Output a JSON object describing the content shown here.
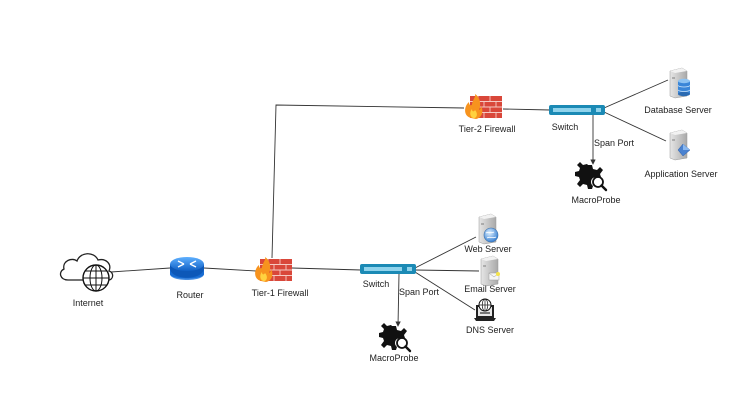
{
  "diagram": {
    "title": "Network Topology with MacroProbe",
    "colors": {
      "line": "#333333",
      "switch": "#1b8ab5",
      "switch_light": "#8fd3ec",
      "router": "#1e7fe0",
      "brick": "#d9473a",
      "flame": "#f7931e",
      "server": "#c9c9c9",
      "globe": "#3a86d8",
      "probe": "#111111"
    },
    "nodes": {
      "internet": {
        "label": "Internet",
        "icon": "cloud-globe-icon"
      },
      "router": {
        "label": "Router",
        "icon": "router-icon"
      },
      "tier1_firewall": {
        "label": "Tier-1 Firewall",
        "icon": "firewall-icon"
      },
      "switch1": {
        "label": "Switch",
        "icon": "switch-icon"
      },
      "span1": {
        "label": "Span Port"
      },
      "probe1": {
        "label": "MacroProbe",
        "icon": "macroprobe-icon"
      },
      "web_server": {
        "label": "Web Server",
        "icon": "web-server-icon"
      },
      "email_server": {
        "label": "Email Server",
        "icon": "email-server-icon"
      },
      "dns_server": {
        "label": "DNS Server",
        "icon": "dns-server-icon"
      },
      "tier2_firewall": {
        "label": "Tier-2 Firewall",
        "icon": "firewall-icon"
      },
      "switch2": {
        "label": "Switch",
        "icon": "switch-icon"
      },
      "span2": {
        "label": "Span Port"
      },
      "probe2": {
        "label": "MacroProbe",
        "icon": "macroprobe-icon"
      },
      "database_server": {
        "label": "Database Server",
        "icon": "database-server-icon"
      },
      "application_server": {
        "label": "Application Server",
        "icon": "application-server-icon"
      }
    },
    "edges": [
      {
        "from": "internet",
        "to": "router"
      },
      {
        "from": "router",
        "to": "tier1_firewall"
      },
      {
        "from": "tier1_firewall",
        "to": "switch1"
      },
      {
        "from": "switch1",
        "to": "web_server"
      },
      {
        "from": "switch1",
        "to": "email_server"
      },
      {
        "from": "switch1",
        "to": "dns_server"
      },
      {
        "from": "switch1",
        "to": "probe1",
        "label": "Span Port",
        "arrow": true
      },
      {
        "from": "tier1_firewall",
        "to": "tier2_firewall"
      },
      {
        "from": "tier2_firewall",
        "to": "switch2"
      },
      {
        "from": "switch2",
        "to": "database_server"
      },
      {
        "from": "switch2",
        "to": "application_server"
      },
      {
        "from": "switch2",
        "to": "probe2",
        "label": "Span Port",
        "arrow": true
      }
    ]
  }
}
